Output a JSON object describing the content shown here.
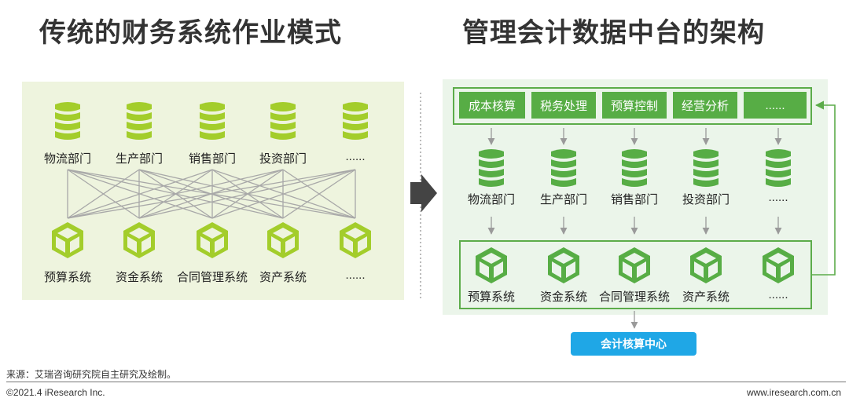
{
  "left": {
    "title": "传统的财务系统作业模式",
    "departments": [
      "物流部门",
      "生产部门",
      "销售部门",
      "投资部门",
      "......"
    ],
    "systems": [
      "预算系统",
      "资金系统",
      "合同管理系统",
      "资产系统",
      "......"
    ]
  },
  "right": {
    "title": "管理会计数据中台的架构",
    "top_boxes": [
      "成本核算",
      "税务处理",
      "预算控制",
      "经营分析",
      "......"
    ],
    "departments": [
      "物流部门",
      "生产部门",
      "销售部门",
      "投资部门",
      "......"
    ],
    "systems": [
      "预算系统",
      "资金系统",
      "合同管理系统",
      "资产系统",
      "......"
    ],
    "center": "会计核算中心"
  },
  "footer": {
    "source": "来源：艾瑞咨询研究院自主研究及绘制。",
    "copyright": "©2021.4 iResearch Inc.",
    "website": "www.iresearch.com.cn"
  },
  "colors": {
    "left_icon": "#a3cd2b",
    "right_icon": "#57ad45",
    "center_button": "#1fa7e6",
    "left_panel": "#eef4de",
    "right_panel": "#ebf5ea"
  }
}
